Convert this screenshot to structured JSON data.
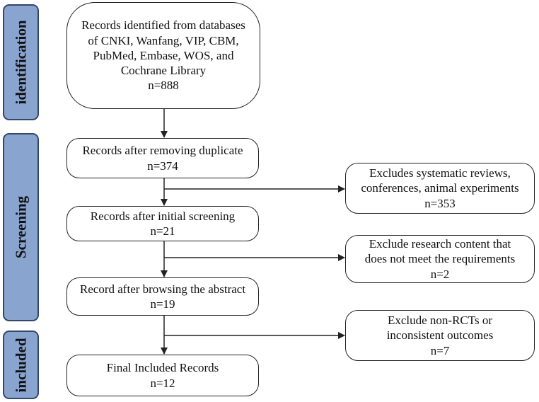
{
  "phases": {
    "identification": "identification",
    "screening": "Screening",
    "included": "included"
  },
  "boxes": {
    "identified": {
      "lines": [
        "Records identified from databases",
        "of CNKI, Wanfang, VIP, CBM,",
        "PubMed, Embase, WOS, and",
        "Cochrane Library"
      ],
      "count": "n=888"
    },
    "deduplicated": {
      "text": "Records after removing duplicate",
      "count": "n=374"
    },
    "initial_screening": {
      "text": "Records after initial screening",
      "count": "n=21"
    },
    "abstract": {
      "text": "Record after browsing the abstract",
      "count": "n=19"
    },
    "final": {
      "text": "Final Included Records",
      "count": "n=12"
    }
  },
  "exclusions": {
    "first": {
      "lines": [
        "Excludes systematic reviews,",
        "conferences, animal experiments"
      ],
      "count": "n=353"
    },
    "second": {
      "lines": [
        "Exclude research content that",
        "does not meet the requirements"
      ],
      "count": "n=2"
    },
    "third": {
      "lines": [
        "Exclude non-RCTs or",
        "inconsistent outcomes"
      ],
      "count": "n=7"
    }
  }
}
